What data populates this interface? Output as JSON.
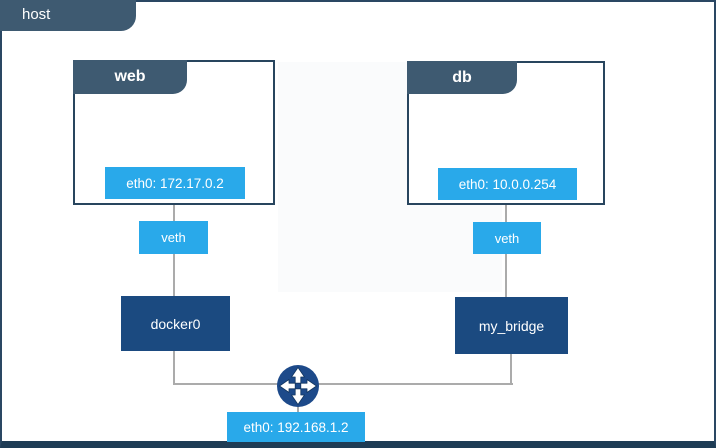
{
  "host": {
    "label": "host",
    "interface_label": "eth0: 192.168.1.2"
  },
  "containers": {
    "web": {
      "title": "web",
      "interface_label": "eth0: 172.17.0.2"
    },
    "db": {
      "title": "db",
      "interface_label": "eth0: 10.0.0.254"
    }
  },
  "veth": {
    "left_label": "veth",
    "right_label": "veth"
  },
  "bridges": {
    "left_label": "docker0",
    "right_label": "my_bridge"
  },
  "icons": {
    "router": "router-crossed-arrows-icon"
  },
  "colors": {
    "accent_blue": "#29a9ea",
    "navy_box": "#1b4a80",
    "slate_tab": "#3e5a71",
    "router_navy": "#1d4a8a",
    "frame_border": "#2a4763",
    "bottom_bar": "#1e3c55",
    "connector_gray": "#ababab"
  }
}
